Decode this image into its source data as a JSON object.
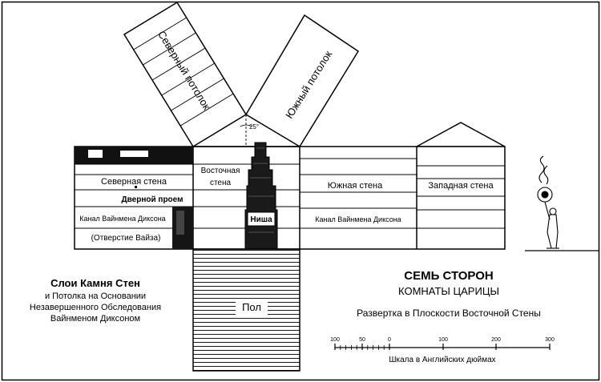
{
  "labels": {
    "north_ceiling": "Северный потолок",
    "south_ceiling": "Южный потолок",
    "angle": "25°",
    "north_wall": "Северная стена",
    "doorway": "Дверной проем",
    "channel_north": "Канал Вайнмена Диксона",
    "vyse_hole": "(Отверстие Вайза)",
    "east_wall_line1": "Восточная",
    "east_wall_line2": "стена",
    "niche": "Ниша",
    "south_wall": "Южная стена",
    "channel_south": "Канал Вайнмена Диксона",
    "west_wall": "Западная стена",
    "floor": "Пол"
  },
  "legend": {
    "line1": "Слои Камня Стен",
    "line2": "и Потолка на Основании",
    "line3": "Незавершенного Обследования",
    "line4": "Вайнменом Диксоном"
  },
  "title": {
    "line1": "СЕМЬ СТОРОН",
    "line2": "КОМНАТЫ ЦАРИЦЫ",
    "subtitle": "Развертка в Плоскости Восточной Стены"
  },
  "scale": {
    "ticks": [
      "100",
      "50",
      "0",
      "100",
      "200",
      "300"
    ],
    "caption": "Шкала в Английских дюймах"
  }
}
